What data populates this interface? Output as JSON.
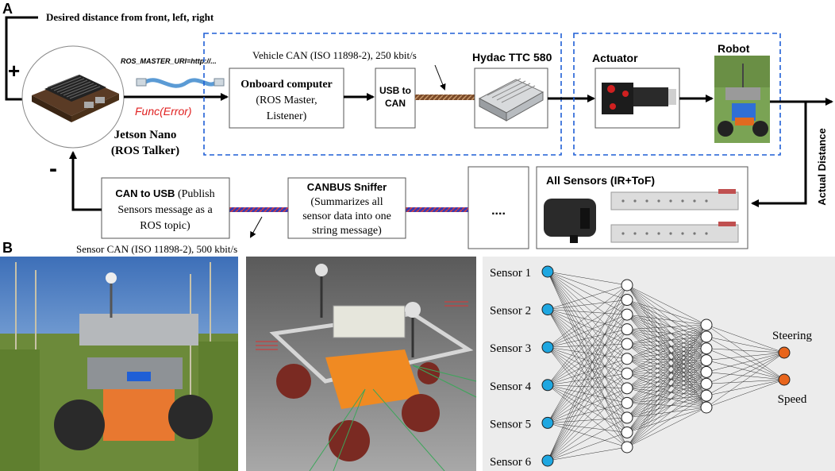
{
  "panel_a": {
    "label": "A",
    "input_text": "Desired distance from front, left, right",
    "plus_sign": "+",
    "minus_sign": "-",
    "ros_uri": "ROS_MASTER_URI=http://...",
    "func_error": "Func(Error)",
    "jetson_line1": "Jetson Nano",
    "jetson_line2": "(ROS Talker)",
    "vehicle_can": "Vehicle CAN (ISO 11898-2), 250 kbit/s",
    "hydac": "Hydac TTC 580",
    "onboard_title": "Onboard computer",
    "onboard_line2": "(ROS Master,",
    "onboard_line3": "Listener)",
    "usb_can_line1": "USB to",
    "usb_can_line2": "CAN",
    "actuator": "Actuator",
    "robot": "Robot",
    "actual_distance": "Actual Distance",
    "all_sensors": "All Sensors (IR+ToF)",
    "ellipsis": "....",
    "sniffer_title": "CANBUS Sniffer",
    "sniffer_line2": "(Summarizes all",
    "sniffer_line3": "sensor data into one",
    "sniffer_line4": "string message)",
    "can_usb_title": "CAN to USB",
    "can_usb_rest1": " (Publish",
    "can_usb_line2": "Sensors message as a",
    "can_usb_line3": "ROS topic)",
    "sensor_can": "Sensor CAN  (ISO 11898-2), 500 kbit/s"
  },
  "panel_b": {
    "label": "B",
    "inputs": [
      "Sensor 1",
      "Sensor 2",
      "Sensor 3",
      "Sensor 4",
      "Sensor 5",
      "Sensor 6"
    ],
    "hidden_layer_1_count": 12,
    "hidden_layer_2_count": 8,
    "outputs": [
      "Steering",
      "Speed"
    ],
    "input_color": "#1ea7e1",
    "output_color": "#e8651c",
    "hidden_color": "#ffffff"
  },
  "colors": {
    "dashed_box": "#1f5fd6",
    "func_error": "#e02020",
    "nn_background": "#ececec"
  }
}
